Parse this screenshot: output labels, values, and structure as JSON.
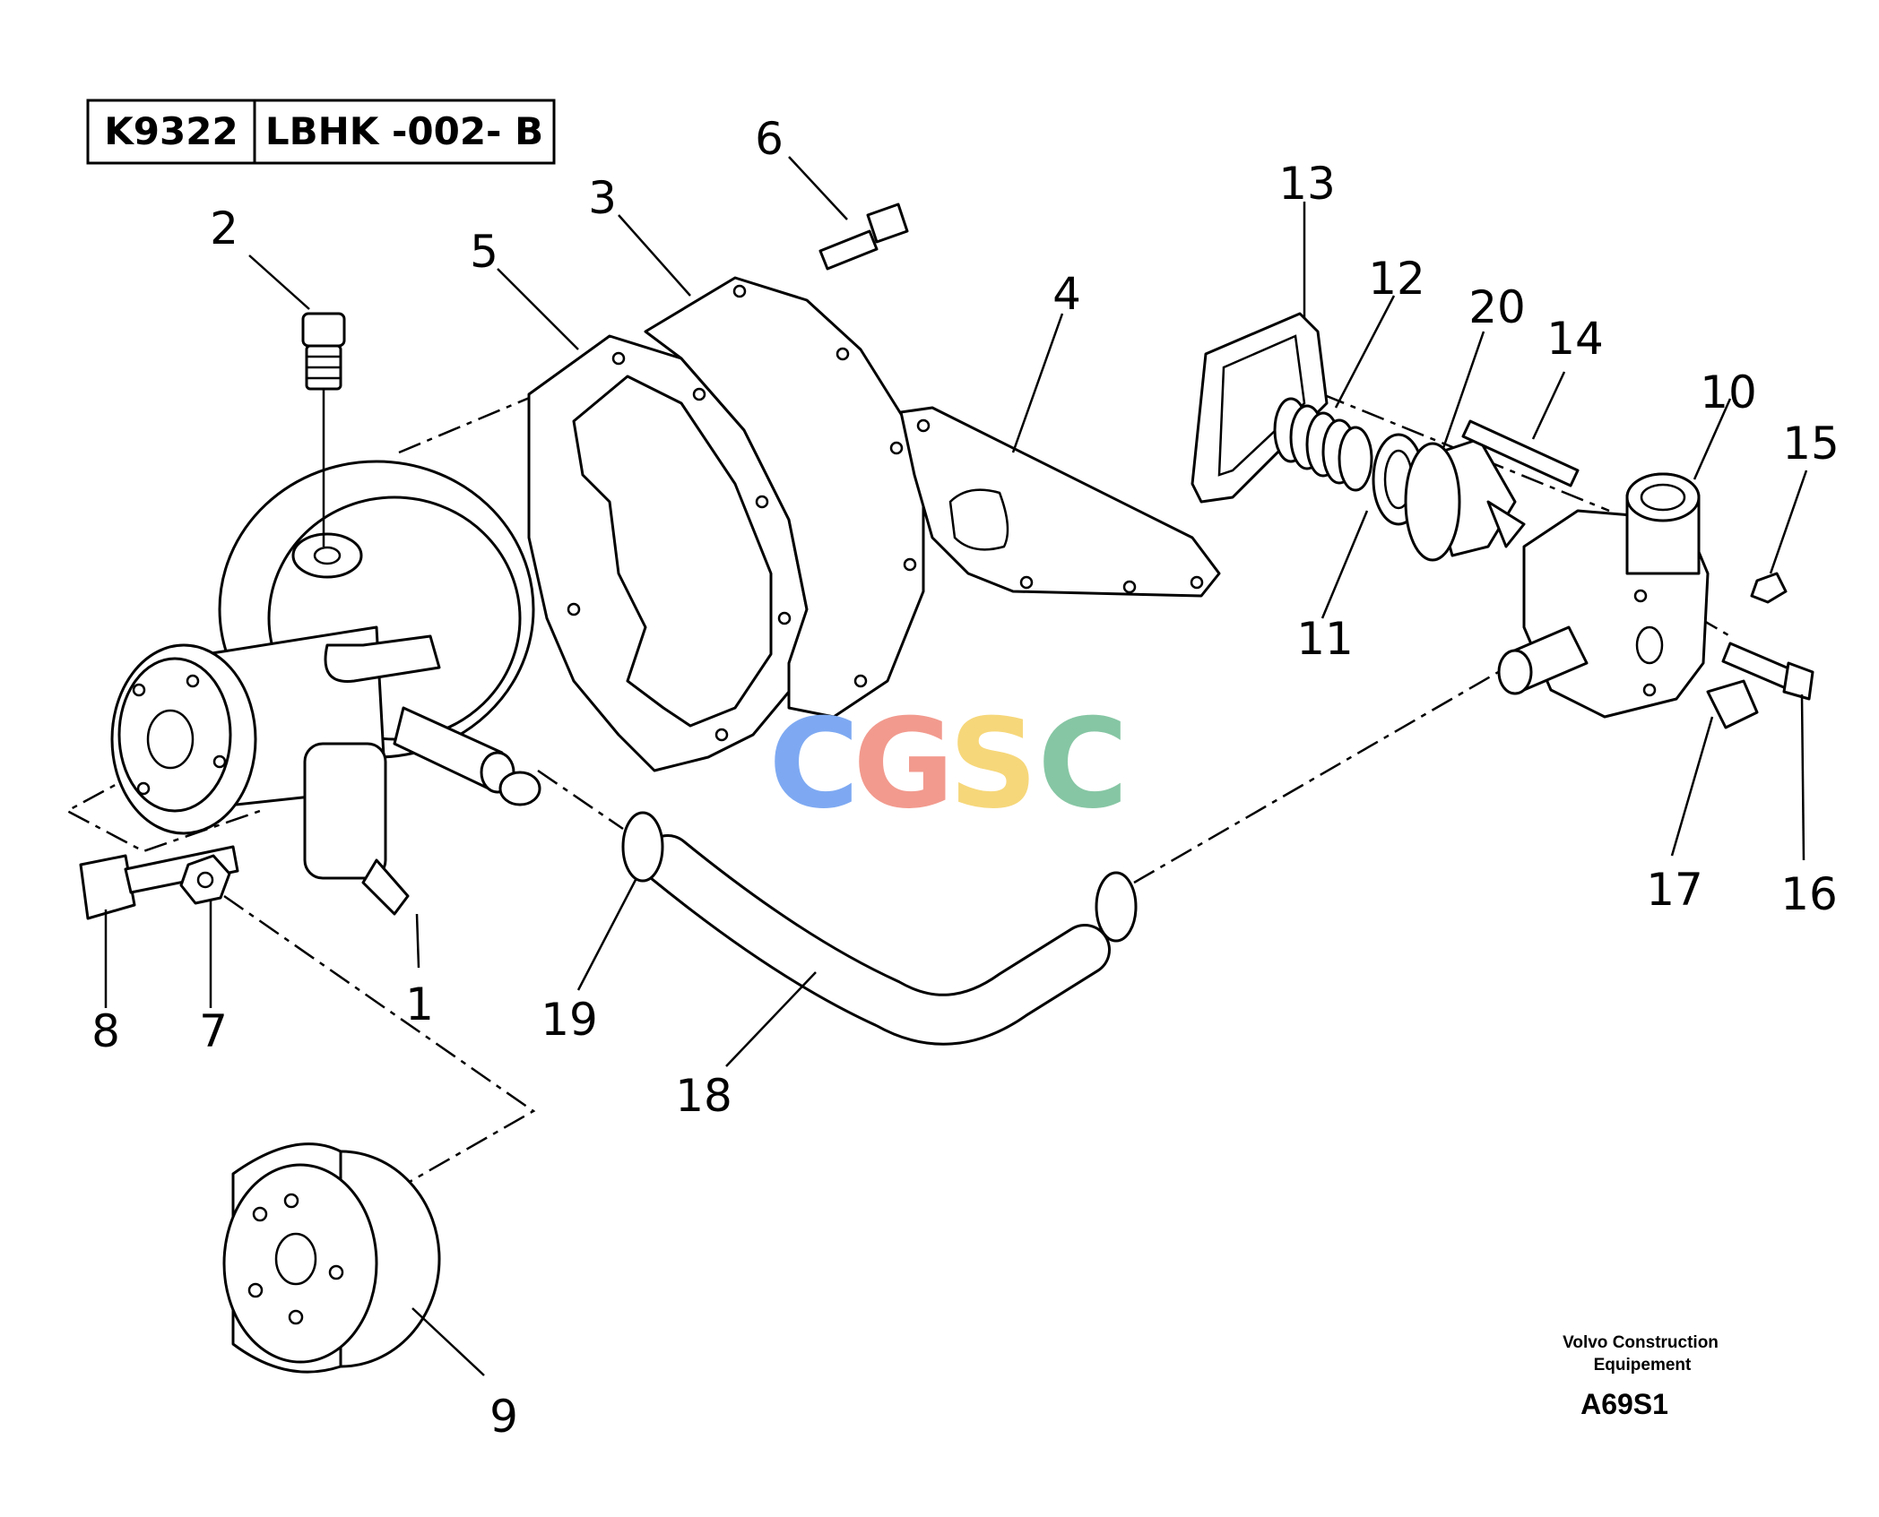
{
  "header": {
    "ref_code": "K9322",
    "group_code": "LBHK -002- B"
  },
  "watermark": {
    "letters": [
      "C",
      "G",
      "S",
      "C"
    ],
    "colors": [
      "#7ea9f2",
      "#f29a8e",
      "#f6d77a",
      "#86c6a4"
    ]
  },
  "callouts": [
    "1",
    "2",
    "3",
    "4",
    "5",
    "6",
    "7",
    "8",
    "9",
    "10",
    "11",
    "12",
    "13",
    "14",
    "15",
    "16",
    "17",
    "18",
    "19",
    "20"
  ],
  "footer": {
    "company_line1": "Volvo Construction",
    "company_line2": "Equipement",
    "drawing_code": "A69S1"
  }
}
